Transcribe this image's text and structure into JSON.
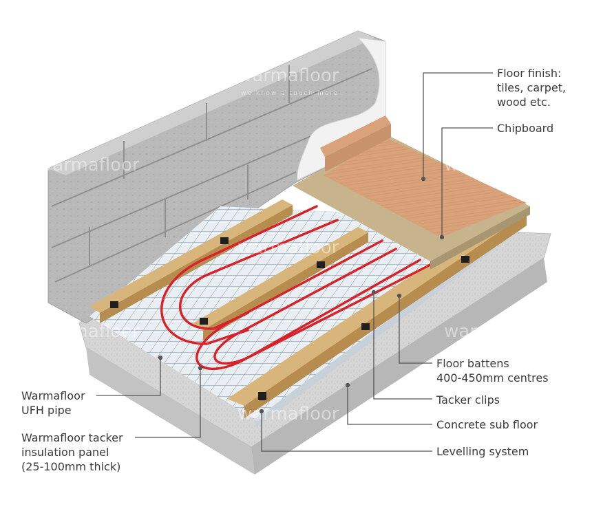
{
  "diagram": {
    "labels": {
      "floor_finish": [
        "Floor finish:",
        "tiles, carpet,",
        "wood etc."
      ],
      "chipboard": [
        "Chipboard"
      ],
      "floor_battens": [
        "Floor battens",
        "400-450mm centres"
      ],
      "tacker_clips": [
        "Tacker clips"
      ],
      "concrete_sub_floor": [
        "Concrete sub floor"
      ],
      "levelling_system": [
        "Levelling system"
      ],
      "ufh_pipe": [
        "Warmafloor",
        "UFH pipe"
      ],
      "insulation_panel": [
        "Warmafloor tacker",
        "insulation panel",
        "(25-100mm thick)"
      ]
    },
    "watermark": {
      "brand": "warmafloor",
      "tagline": "we know a touch more"
    },
    "colors": {
      "pipe": "#d6232a",
      "brick": "#b9b9b9",
      "concrete": "#d5d5d5",
      "insulation": "#e9eef3",
      "grid": "#5f7a8a",
      "batten": "#c9a46a",
      "chipboard": "#c7b48c",
      "floor_finish": "#d9a27a",
      "leader_line": "#555555"
    }
  }
}
